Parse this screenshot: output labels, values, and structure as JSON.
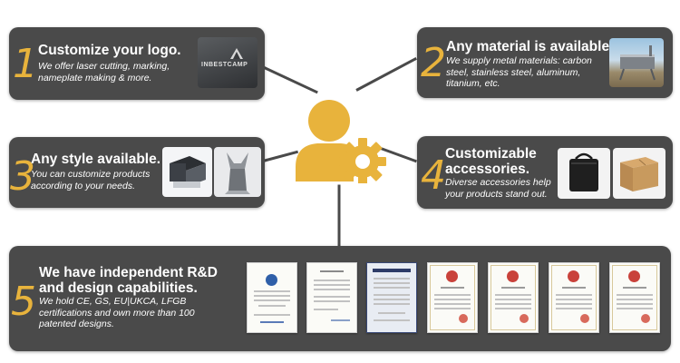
{
  "colors": {
    "card_bg": "#4a4a4a",
    "accent": "#e8b33c",
    "text": "#ffffff"
  },
  "center_icon": "user-gear-icon",
  "cards": [
    {
      "number": "1",
      "title": "Customize your logo.",
      "description": "We offer laser cutting, marking, nameplate making & more.",
      "image_icon": "logo-sign-photo",
      "logo_text": "INBESTCAMP"
    },
    {
      "number": "2",
      "title": "Any material is available.",
      "description": "We supply metal materials: carbon steel, stainless steel, aluminum, titanium, etc.",
      "image_icon": "metal-stove-photo"
    },
    {
      "number": "3",
      "title": "Any style available.",
      "description": "You can customize products according to your needs.",
      "image_icons": [
        "table-stove-photo",
        "fox-sculpture-photo"
      ]
    },
    {
      "number": "4",
      "title": "Customizable accessories.",
      "description": "Diverse accessories help your products stand out.",
      "image_icons": [
        "black-bag-photo",
        "cardboard-box-photo"
      ]
    },
    {
      "number": "5",
      "title": "We have independent R&D and design capabilities.",
      "description": "We hold CE, GS, EU|UKCA, LFGB certifications and own more than 100 patented designs.",
      "certificates": [
        "certificate-icon",
        "certificate-icon",
        "certificate-icon",
        "patent-certificate-icon",
        "patent-certificate-icon",
        "patent-certificate-icon",
        "patent-certificate-icon"
      ]
    }
  ]
}
